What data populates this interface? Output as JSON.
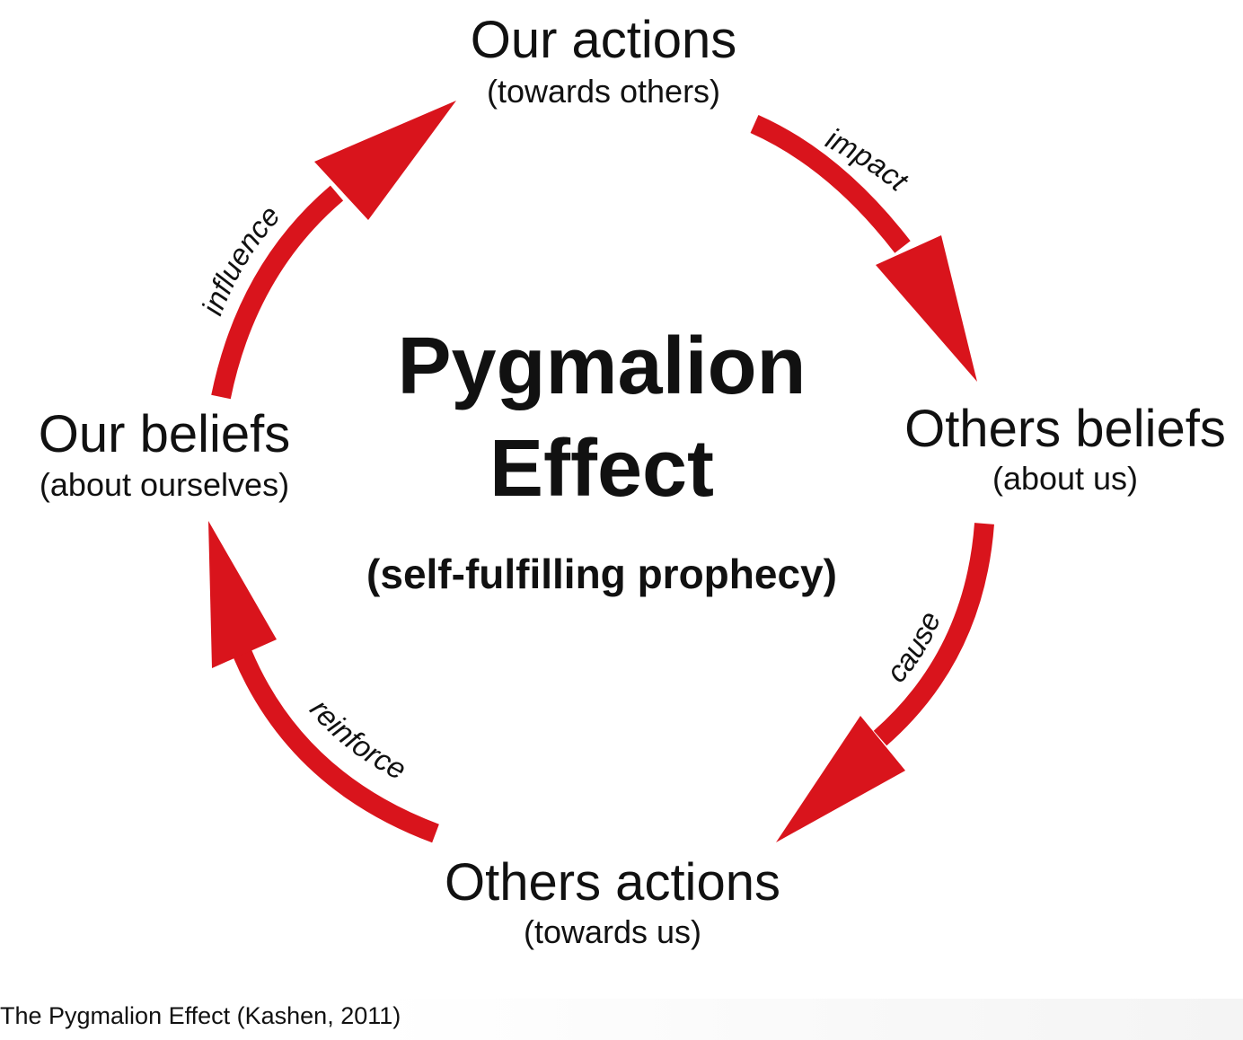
{
  "diagram": {
    "title_line1": "Pygmalion",
    "title_line2": "Effect",
    "subtitle": "(self-fulfilling prophecy)",
    "arrow_color": "#d9141c",
    "nodes": {
      "our_actions": {
        "main": "Our actions",
        "sub": "(towards others)"
      },
      "others_beliefs": {
        "main": "Others beliefs",
        "sub": "(about us)"
      },
      "others_actions": {
        "main": "Others actions",
        "sub": "(towards us)"
      },
      "our_beliefs": {
        "main": "Our beliefs",
        "sub": "(about ourselves)"
      }
    },
    "edges": {
      "impact": "impact",
      "cause": "cause",
      "reinforce": "reinforce",
      "influence": "influence"
    }
  },
  "caption": "The Pygmalion Effect (Kashen, 2011)"
}
